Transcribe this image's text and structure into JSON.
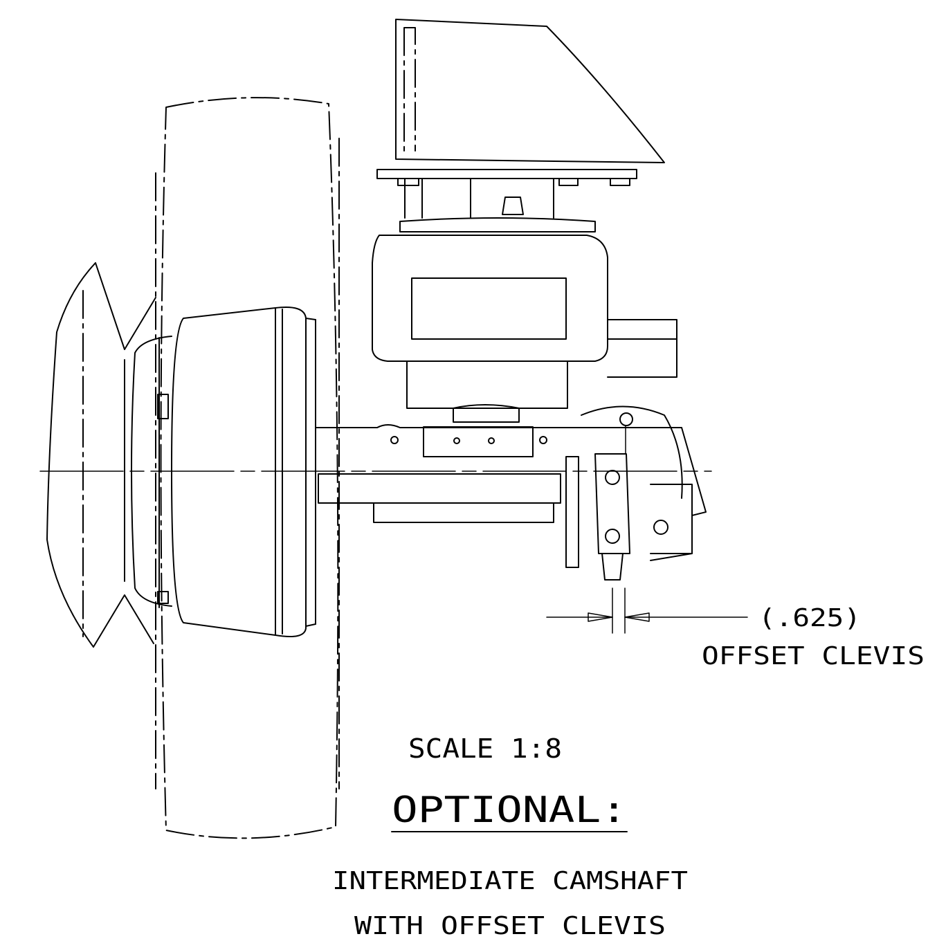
{
  "dimension": {
    "value": "(.625)",
    "label": "OFFSET CLEVIS"
  },
  "scale": "SCALE 1:8",
  "heading": "OPTIONAL:",
  "caption": {
    "line1": "INTERMEDIATE CAMSHAFT",
    "line2": "WITH OFFSET CLEVIS"
  }
}
